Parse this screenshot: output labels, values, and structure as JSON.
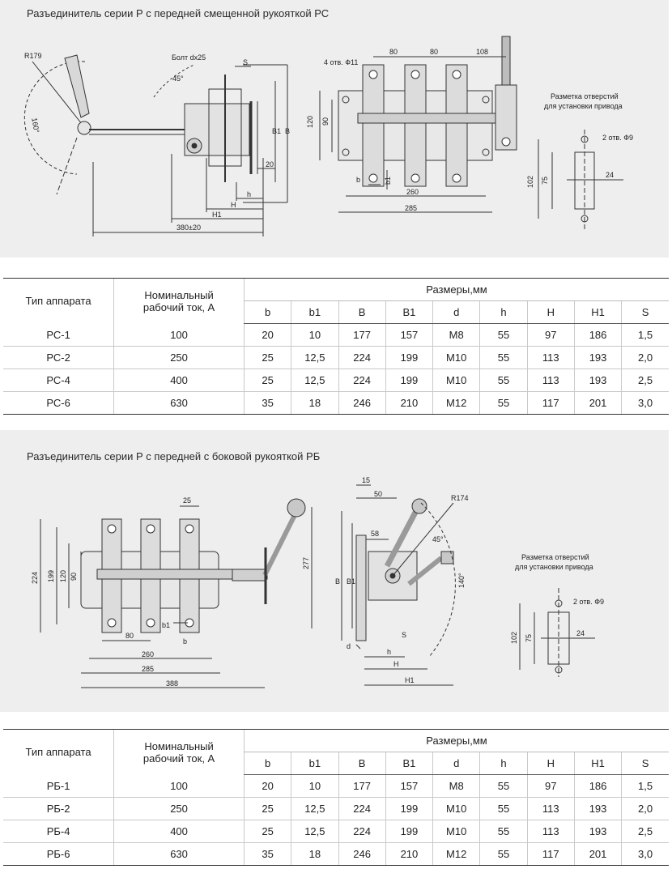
{
  "section1": {
    "title": "Разъединитель серии Р с передней смещенной рукояткой РС",
    "drawing": {
      "labels": {
        "r179": "R179",
        "bolt": "Болт dx25",
        "s": "S",
        "angle45": "45°",
        "angle160": "160°",
        "b1": "B1",
        "b": "B",
        "d20": "20",
        "h": "h",
        "H": "H",
        "H1": "H1",
        "dim380": "380±20"
      },
      "front": {
        "holes": "4 отв. Ф11",
        "d80a": "80",
        "d80b": "80",
        "d108": "108",
        "d120": "120",
        "d90": "90",
        "b": "b",
        "b1": "b1",
        "d260": "260",
        "d285": "285"
      },
      "mount": {
        "title1": "Разметка отверстий",
        "title2": "для установки привода",
        "holes": "2 отв. Ф9",
        "d102": "102",
        "d75": "75",
        "d24": "24"
      }
    }
  },
  "table1": {
    "col_type": "Тип аппарата",
    "col_current_1": "Номинальный",
    "col_current_2": "рабочий ток, А",
    "col_dims": "Размеры,мм",
    "subcols": [
      "b",
      "b1",
      "B",
      "B1",
      "d",
      "h",
      "H",
      "H1",
      "S"
    ],
    "rows": [
      [
        "РС-1",
        "100",
        "20",
        "10",
        "177",
        "157",
        "M8",
        "55",
        "97",
        "186",
        "1,5"
      ],
      [
        "РС-2",
        "250",
        "25",
        "12,5",
        "224",
        "199",
        "M10",
        "55",
        "113",
        "193",
        "2,0"
      ],
      [
        "РС-4",
        "400",
        "25",
        "12,5",
        "224",
        "199",
        "M10",
        "55",
        "113",
        "193",
        "2,5"
      ],
      [
        "РС-6",
        "630",
        "35",
        "18",
        "246",
        "210",
        "M12",
        "55",
        "117",
        "201",
        "3,0"
      ]
    ]
  },
  "section2": {
    "title": "Разъединитель серии Р с передней с боковой рукояткой РБ",
    "drawing": {
      "front": {
        "d25": "25",
        "d224": "224",
        "d199": "199",
        "d120": "120",
        "d90": "90",
        "d80": "80",
        "b1": "b1",
        "b": "b",
        "d260": "260",
        "d285": "285",
        "d388": "388",
        "d277": "277"
      },
      "side": {
        "d15": "15",
        "d50": "50",
        "r174": "R174",
        "d58": "58",
        "angle45": "45°",
        "angle140": "140°",
        "B": "B",
        "B1": "B1",
        "d": "d",
        "S": "S",
        "h": "h",
        "H": "H",
        "H1": "H1"
      },
      "mount": {
        "title1": "Разметка отверстий",
        "title2": "для установки привода",
        "holes": "2 отв. Ф9",
        "d102": "102",
        "d75": "75",
        "d24": "24"
      }
    }
  },
  "table2": {
    "col_type": "Тип аппарата",
    "col_current_1": "Номинальный",
    "col_current_2": "рабочий ток, А",
    "col_dims": "Размеры,мм",
    "subcols": [
      "b",
      "b1",
      "B",
      "B1",
      "d",
      "h",
      "H",
      "H1",
      "S"
    ],
    "rows": [
      [
        "РБ-1",
        "100",
        "20",
        "10",
        "177",
        "157",
        "M8",
        "55",
        "97",
        "186",
        "1,5"
      ],
      [
        "РБ-2",
        "250",
        "25",
        "12,5",
        "224",
        "199",
        "M10",
        "55",
        "113",
        "193",
        "2,0"
      ],
      [
        "РБ-4",
        "400",
        "25",
        "12,5",
        "224",
        "199",
        "M10",
        "55",
        "113",
        "193",
        "2,5"
      ],
      [
        "РБ-6",
        "630",
        "35",
        "18",
        "246",
        "210",
        "M12",
        "55",
        "117",
        "201",
        "3,0"
      ]
    ]
  }
}
